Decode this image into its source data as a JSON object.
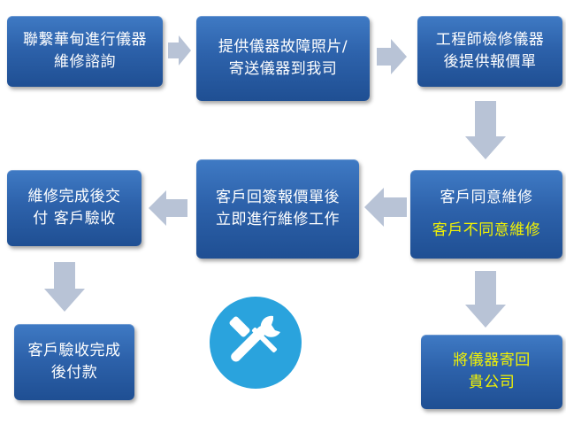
{
  "steps": [
    {
      "id": "contact",
      "lines": [
        "聯繫華甸進行儀器",
        "維修諮詢"
      ]
    },
    {
      "id": "send-photo",
      "lines": [
        "提供儀器故障照片/",
        "寄送儀器到我司"
      ]
    },
    {
      "id": "inspect",
      "lines": [
        "工程師檢修儀器",
        "後提供報價單"
      ]
    },
    {
      "id": "decision",
      "agree": "客戶同意維修",
      "disagree": "客戶不同意維修"
    },
    {
      "id": "sign",
      "lines": [
        "客戶回簽報價單後",
        "立即進行維修工作"
      ]
    },
    {
      "id": "complete",
      "lines": [
        "維修完成後交",
        "付 客戶驗收"
      ]
    },
    {
      "id": "payment",
      "lines": [
        "客戶驗收完成",
        "後付款"
      ]
    },
    {
      "id": "return",
      "lines": [
        "將儀器寄回",
        "貴公司"
      ]
    }
  ],
  "colors": {
    "box": "#2d62ab",
    "arrow": "#b8c3d6",
    "highlight_text": "#f4f400",
    "icon_circle": "#2aa3dd"
  },
  "icons": [
    "tools-icon"
  ]
}
